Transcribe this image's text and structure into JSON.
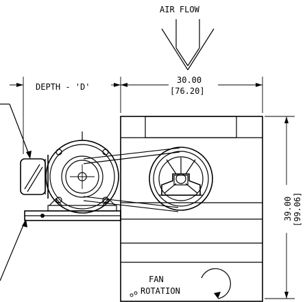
{
  "labels": {
    "air_flow": "AIR FLOW",
    "depth": "DEPTH - 'D'",
    "width_in": "30.00",
    "width_mm": "[76.20]",
    "height_in": "39.00",
    "height_mm": "[99.06]",
    "fan_line1": "FAN",
    "fan_line2": "ROTATION"
  }
}
